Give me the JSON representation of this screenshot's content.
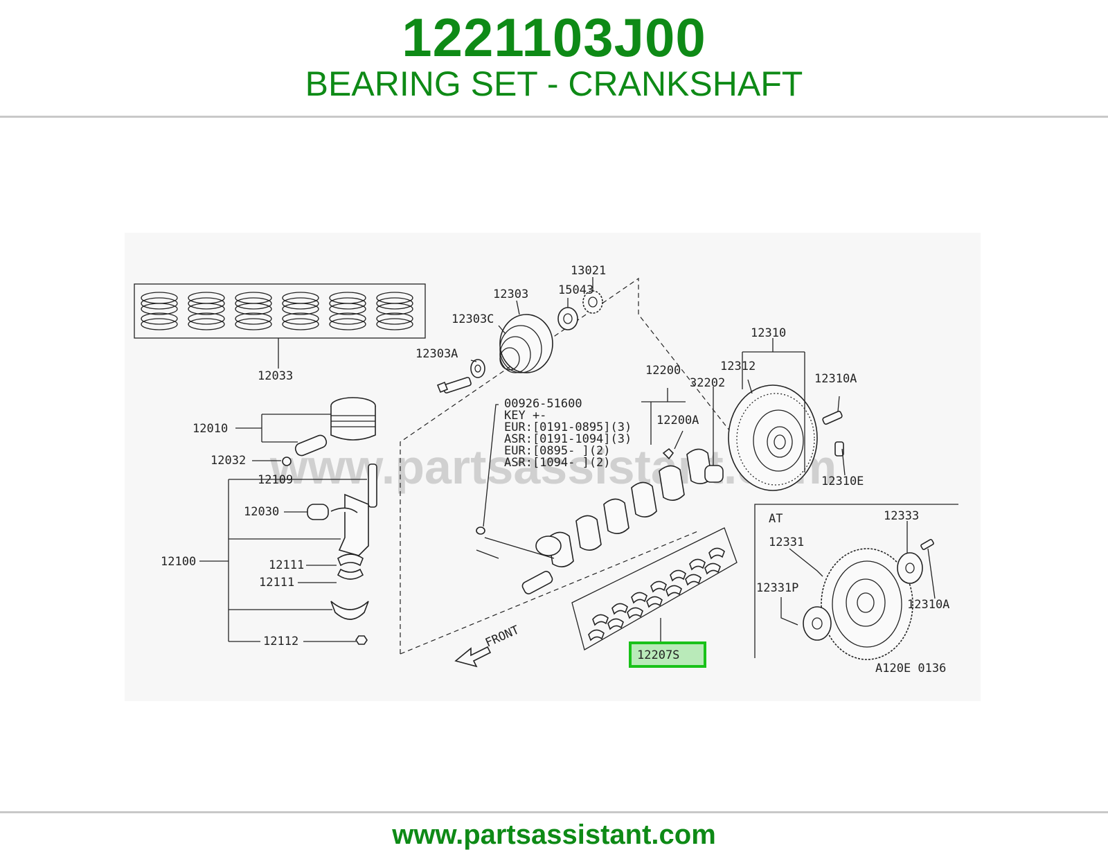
{
  "header": {
    "part_number": "1221103J00",
    "part_name": "BEARING SET - CRANKSHAFT"
  },
  "diagram": {
    "watermark": "www.partsassistant.com",
    "labels": {
      "l12033": "12033",
      "l12010": "12010",
      "l12032": "12032",
      "l12109": "12109",
      "l12030": "12030",
      "l12100": "12100",
      "l12111a": "12111",
      "l12111b": "12111",
      "l12112": "12112",
      "l12303A": "12303A",
      "l12303C": "12303C",
      "l12303": "12303",
      "l15043": "15043",
      "l13021": "13021",
      "l12200": "12200",
      "l12200A": "12200A",
      "l32202": "32202",
      "l12310": "12310",
      "l12312": "12312",
      "l12310A_top": "12310A",
      "l12310E": "12310E",
      "l12333": "12333",
      "l12331": "12331",
      "l12331P": "12331P",
      "l12310A_at": "12310A",
      "at": "AT",
      "front": "FRONT",
      "code": "A120E 0136",
      "highlight": "12207S"
    },
    "key_note": [
      "00926-51600",
      "KEY  +-",
      "EUR:[0191-0895](3)",
      "ASR:[0191-1094](3)",
      "EUR:[0895-    ](2)",
      "ASR:[1094-    ](2)"
    ],
    "highlight_color": "#19c219"
  },
  "footer": {
    "url": "www.partsassistant.com"
  }
}
